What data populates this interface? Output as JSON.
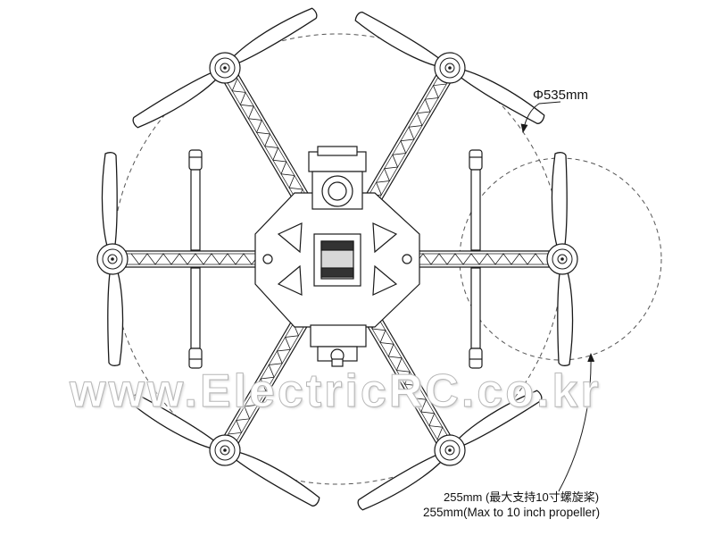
{
  "diagram": {
    "frame_diameter_label": "Φ535mm",
    "propeller_note_cn": "255mm (最大支持10寸螺旋桨)",
    "propeller_note_en": "255mm(Max to 10 inch propeller)",
    "watermark": "www.ElectricRC.co.kr"
  },
  "colors": {
    "line": "#1a1a1a",
    "dashed": "#555555",
    "watermark": "#b8b8b8"
  },
  "icons": [
    "hexacopter-frame-icon",
    "propeller-icon",
    "motor-icon",
    "landing-gear-icon",
    "dimension-arrow-icon"
  ]
}
